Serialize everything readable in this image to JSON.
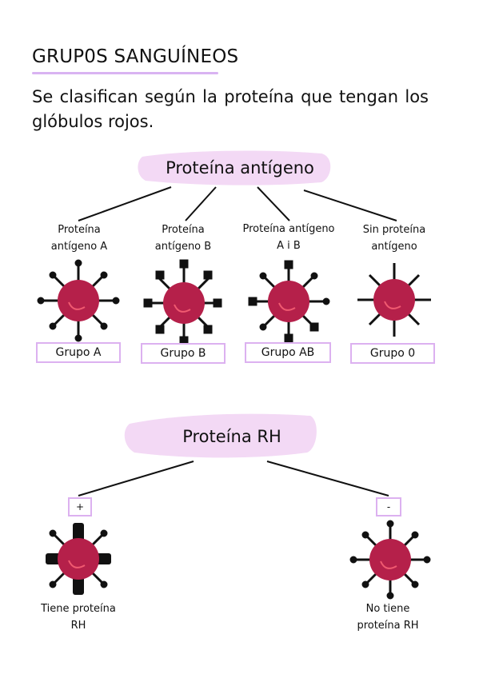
{
  "title": "GRUP0S SANGUÍNEOS",
  "intro": "Se clasifican según la proteína que tengan los glóbulos rojos.",
  "antigen_section": {
    "heading": "Proteína antígeno",
    "groups": [
      {
        "desc_line1": "Proteína",
        "desc_line2": "antígeno A",
        "label": "Grupo A"
      },
      {
        "desc_line1": "Proteína",
        "desc_line2": "antígeno B",
        "label": "Grupo B"
      },
      {
        "desc_line1": "Proteína antígeno",
        "desc_line2": "A i B",
        "label": "Grupo AB"
      },
      {
        "desc_line1": "Sin proteína",
        "desc_line2": "antígeno",
        "label": "Grupo 0"
      }
    ]
  },
  "rh_section": {
    "heading": "Proteína RH",
    "positive": {
      "sign": "+",
      "desc_line1": "Tiene proteína",
      "desc_line2": "RH"
    },
    "negative": {
      "sign": "-",
      "desc_line1": "No tiene",
      "desc_line2": "proteína RH"
    }
  },
  "colors": {
    "cell": "#b5204a",
    "highlight": "#f3d9f5",
    "box_border": "#dcb1f0",
    "accent_underline": "#d9b3f2"
  }
}
